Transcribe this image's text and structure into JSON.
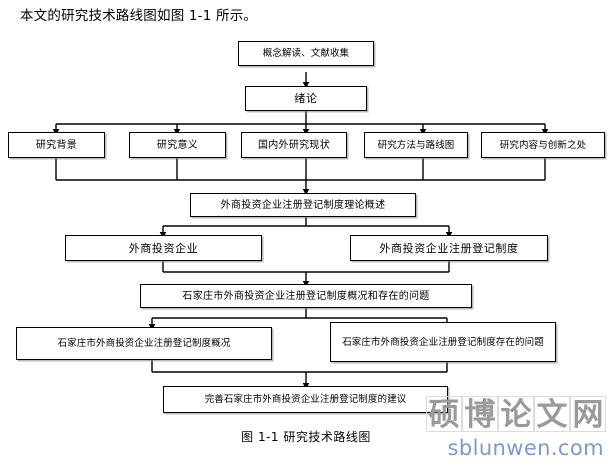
{
  "document": {
    "intro_text": "本文的研究技术路线图如图 1-1 所示。",
    "figure_caption": "图 1-1 研究技术路线图"
  },
  "watermark": {
    "characters": [
      "硕",
      "博",
      "论",
      "文",
      "网"
    ],
    "url": "sblunwen.com",
    "char_color": "#9a9a9a",
    "url_color": "#7a9cc6"
  },
  "flowchart": {
    "title": "研究技术路线图",
    "nodes": {
      "n1": "概念解读、文献收集",
      "n2": "绪论",
      "n3": "研究背景",
      "n4": "研究意义",
      "n5": "国内外研究现状",
      "n6": "研究方法与路线图",
      "n7": "研究内容与创新之处",
      "n8": "外商投资企业注册登记制度理论概述",
      "n9": "外商投资企业",
      "n10": "外商投资企业注册登记制度",
      "n11": "石家庄市外商投资企业注册登记制度概况和存在的问题",
      "n12": "石家庄市外商投资企业注册登记制度概况",
      "n13": "石家庄市外商投资企业注册登记制度存在的问题",
      "n14": "完善石家庄市外商投资企业注册登记制度的建议"
    },
    "edges": [
      {
        "from": "n1",
        "to": "n2"
      },
      {
        "from": "n2",
        "to": "n3"
      },
      {
        "from": "n2",
        "to": "n4"
      },
      {
        "from": "n2",
        "to": "n5"
      },
      {
        "from": "n2",
        "to": "n6"
      },
      {
        "from": "n2",
        "to": "n7"
      },
      {
        "from": "n3",
        "to": "n8"
      },
      {
        "from": "n4",
        "to": "n8"
      },
      {
        "from": "n5",
        "to": "n8"
      },
      {
        "from": "n6",
        "to": "n8"
      },
      {
        "from": "n7",
        "to": "n8"
      },
      {
        "from": "n8",
        "to": "n9"
      },
      {
        "from": "n8",
        "to": "n10"
      },
      {
        "from": "n9",
        "to": "n11"
      },
      {
        "from": "n10",
        "to": "n11"
      },
      {
        "from": "n11",
        "to": "n12"
      },
      {
        "from": "n11",
        "to": "n13"
      },
      {
        "from": "n12",
        "to": "n14"
      },
      {
        "from": "n13",
        "to": "n14"
      }
    ],
    "line_color": "#000000",
    "box_fill": "#ffffff"
  }
}
